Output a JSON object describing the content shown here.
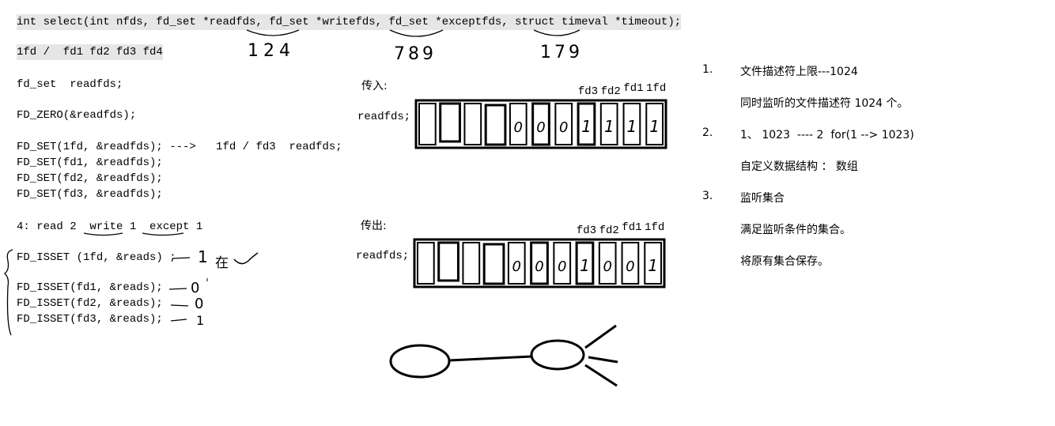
{
  "header": {
    "signature": "int select(int nfds, fd_set *readfds, fd_set *writefds, fd_set *exceptfds, struct timeval *timeout);",
    "fds_line": "1fd /  fd1 fd2 fd3 fd4"
  },
  "handwritten": {
    "read_nums": "124",
    "write_nums": "789",
    "except_nums": "179",
    "isset_1fd_result": "1",
    "isset_1fd_note": "在",
    "isset_fd1_result": "0",
    "isset_fd2_result": "0",
    "isset_fd3_result": "1"
  },
  "code": {
    "decl": "fd_set  readfds;",
    "zero": "FD_ZERO(&readfds);",
    "set_lines": [
      "FD_SET(1fd, &readfds); --->   1fd / fd3  readfds;",
      "FD_SET(fd1, &readfds);",
      "FD_SET(fd2, &readfds);",
      "FD_SET(fd3, &readfds);"
    ],
    "summary_prefix": "4: read 2  ",
    "summary_write": "write 1",
    "summary_except": "except 1",
    "isset_lines": [
      "FD_ISSET (1fd, &reads) ;",
      "FD_ISSET(fd1, &reads);",
      "FD_ISSET(fd2, &reads);",
      "FD_ISSET(fd3, &reads);"
    ]
  },
  "bitsets": {
    "in": {
      "title": "传入:",
      "label": "readfds;",
      "fd_labels": [
        "fd3",
        "fd2",
        "fd1",
        "1fd"
      ],
      "cells": [
        "",
        "",
        "",
        "",
        "0",
        "0",
        "0",
        "1",
        "1",
        "1",
        "1"
      ]
    },
    "out": {
      "title": "传出:",
      "label": "readfds;",
      "fd_labels": [
        "fd3",
        "fd2",
        "fd1",
        "1fd"
      ],
      "cells": [
        "",
        "",
        "",
        "",
        "0",
        "0",
        "0",
        "1",
        "0",
        "0",
        "1"
      ]
    }
  },
  "notes": [
    {
      "num": "1.",
      "text": "文件描述符上限---1024",
      "sub": "同时监听的文件描述符 1024 个。"
    },
    {
      "num": "2.",
      "text": "1、 1023  ---- 2  for(1 --> 1023)",
      "sub": "自定义数据结构 ： 数组"
    },
    {
      "num": "3.",
      "text": "监听集合",
      "sub": "满足监听条件的集合。",
      "sub2": "将原有集合保存。"
    }
  ]
}
